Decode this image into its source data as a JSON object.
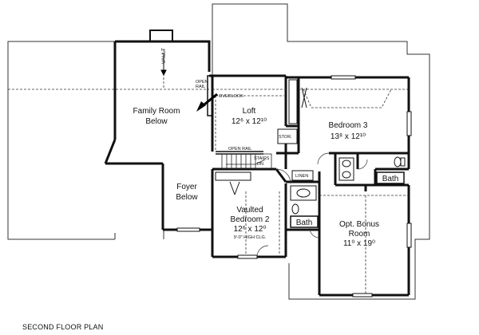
{
  "plan": {
    "caption": "SECOND FLOOR PLAN",
    "rooms": {
      "family_room": {
        "line1": "Family Room",
        "line2": "Below"
      },
      "foyer": {
        "line1": "Foyer",
        "line2": "Below"
      },
      "loft": {
        "name": "Loft",
        "dim": "12⁶ x 12¹⁰"
      },
      "bedroom3": {
        "name": "Bedroom 3",
        "dim": "13⁸ x 12¹⁰"
      },
      "bedroom2": {
        "line1": "Vaulted",
        "line2": "Bedroom 2",
        "dim": "12⁶ x 12⁰",
        "note": "9'-0\" HIGH CLG."
      },
      "bonus": {
        "line1": "Opt. Bonus",
        "line2": "Room",
        "dim": "11⁰ x 19⁰"
      },
      "bath1": {
        "name": "Bath"
      },
      "bath2": {
        "name": "Bath"
      }
    },
    "notes": {
      "vault": "VAULT",
      "open_rail_top_1": "OPEN",
      "open_rail_top_2": "RAIL",
      "overlook": "OVERLOOK",
      "open_rail_bottom": "OPEN RAIL",
      "stairs_1": "STAIRS",
      "stairs_2": "DN",
      "stor": "STOR.",
      "linen": "LINEN"
    }
  }
}
